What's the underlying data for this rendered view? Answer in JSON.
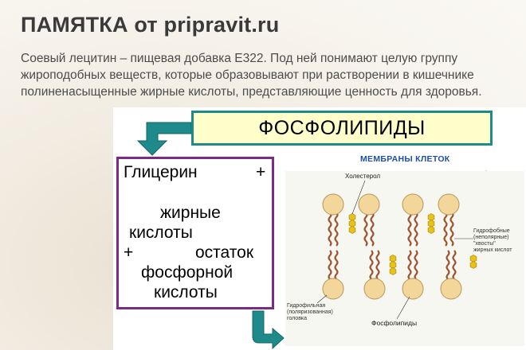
{
  "header": {
    "title": "ПАМЯТКА от pripravit.ru"
  },
  "intro": {
    "text": "Соевый лецитин – пищевая добавка Е322. Под ней понимают целую группу жироподобных веществ, которые образовывают при растворении в кишечнике полиненасыщенные жирные кислоты, представляющие ценность для здоровья."
  },
  "diagram": {
    "heading": "ФОСФОЛИПИДЫ",
    "formula": {
      "glycerin": "Глицерин",
      "plus1": "+",
      "fatty": "жирные",
      "acids": "кислоты",
      "plus2": "+",
      "residue": "остаток",
      "phosphoric": "фосфорной",
      "acid": "кислоты"
    },
    "membrane": {
      "caption": "МЕМБРАНЫ КЛЕТОК",
      "cholesterol": "Холестерол",
      "hydrophobic_1": "Гидрофобные",
      "hydrophobic_2": "(неполярные)",
      "hydrophobic_3": "\"хвосты\"",
      "hydrophobic_4": "жирных кислот",
      "hydrophilic_1": "Гидрофильная",
      "hydrophilic_2": "(поляризованная)",
      "hydrophilic_3": "головка",
      "phospholipids": "Фосфолипиды"
    },
    "colors": {
      "heading_border": "#1f8a8a",
      "heading_fill": "#ffffcc",
      "formula_border": "#7b2a86",
      "arrow": "#1f8a8a",
      "caption": "#1d4fa8",
      "head_fill": "#f3d79a",
      "tail": "#a0522d",
      "cholesterol": "#e8c21a"
    }
  }
}
